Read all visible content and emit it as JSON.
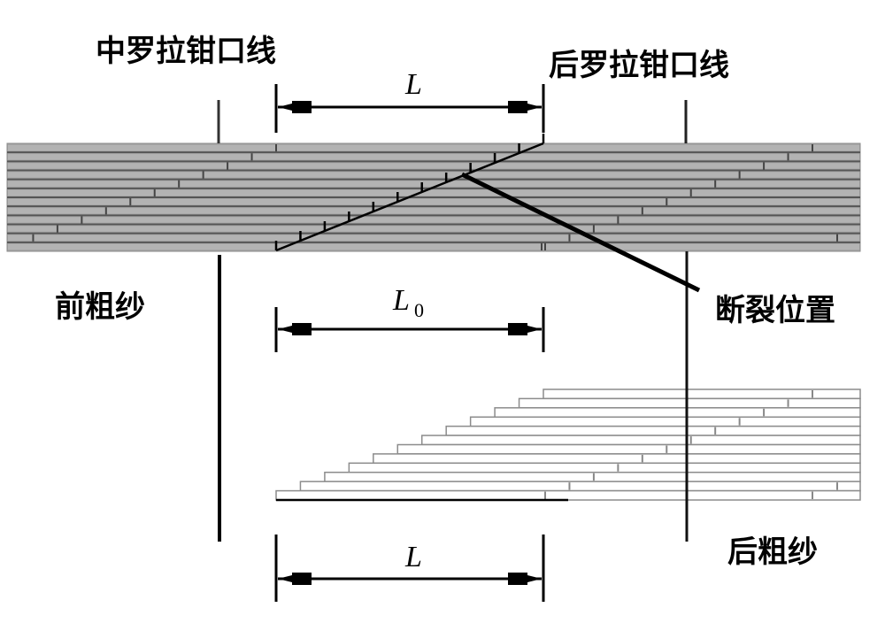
{
  "labels": {
    "middle_roller_nip_line": "中罗拉钳口线",
    "back_roller_nip_line": "后罗拉钳口线",
    "front_roving": "前粗纱",
    "back_roving": "后粗纱",
    "break_position": "断裂位置"
  },
  "dimensions": {
    "top_length_symbol": "L",
    "middle_length_symbol": "L",
    "middle_length_subscript": "0",
    "bottom_length_symbol": "L"
  },
  "colors": {
    "gray_fiber_fill": "#a6a6a6",
    "gray_fiber_line": "#555555",
    "white_fiber_fill": "#ffffff",
    "white_fiber_line": "#8c8c8c",
    "ink": "#000000"
  },
  "fiber_rows": 12
}
